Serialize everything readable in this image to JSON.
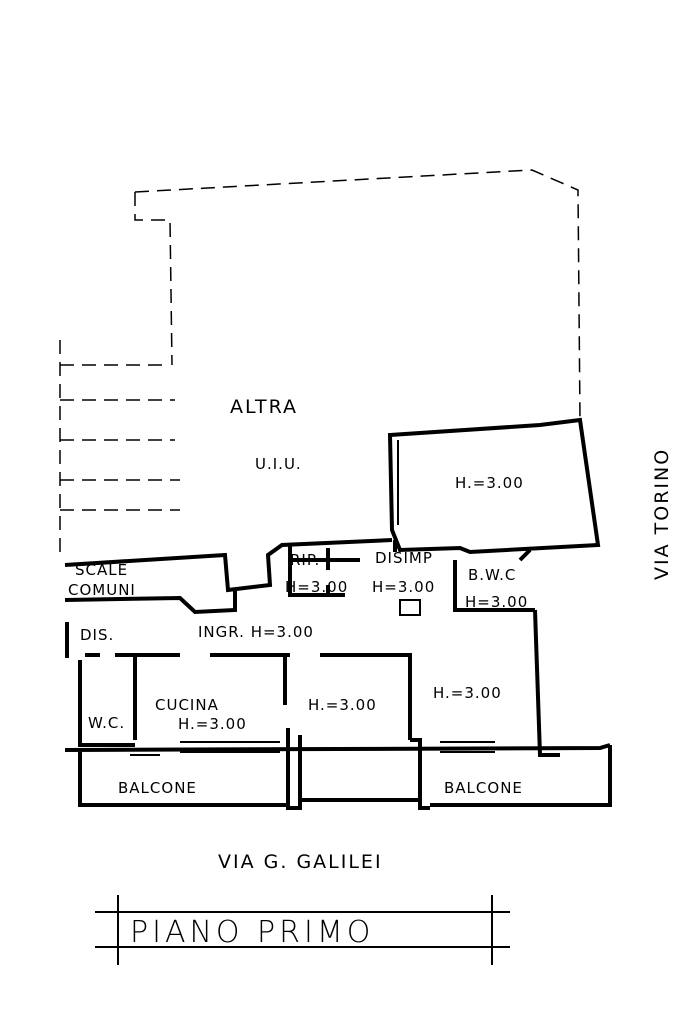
{
  "plan": {
    "title": "PIANO PRIMO",
    "street_bottom": "VIA G. GALILEI",
    "street_right": "VIA TORINO",
    "rooms": {
      "altra": "ALTRA",
      "uiu": "U.I.U.",
      "room_ne_h": "H.=3.00",
      "rip": "RIP.",
      "rip_h": "H=3.00",
      "disimp": "DISIMP",
      "disimp_h": "H=3.00",
      "bwc": "B.W.C",
      "bwc_h": "H=3.00",
      "scale": "SCALE",
      "comuni": "COMUNI",
      "dis": "DIS.",
      "ingr": "INGR. H=3.00",
      "cucina": "CUCINA",
      "cucina_h": "H.=3.00",
      "wc": "W.C.",
      "room_center_h": "H.=3.00",
      "room_east_h": "H.=3.00",
      "balcone_left": "BALCONE",
      "balcone_right": "BALCONE"
    }
  }
}
